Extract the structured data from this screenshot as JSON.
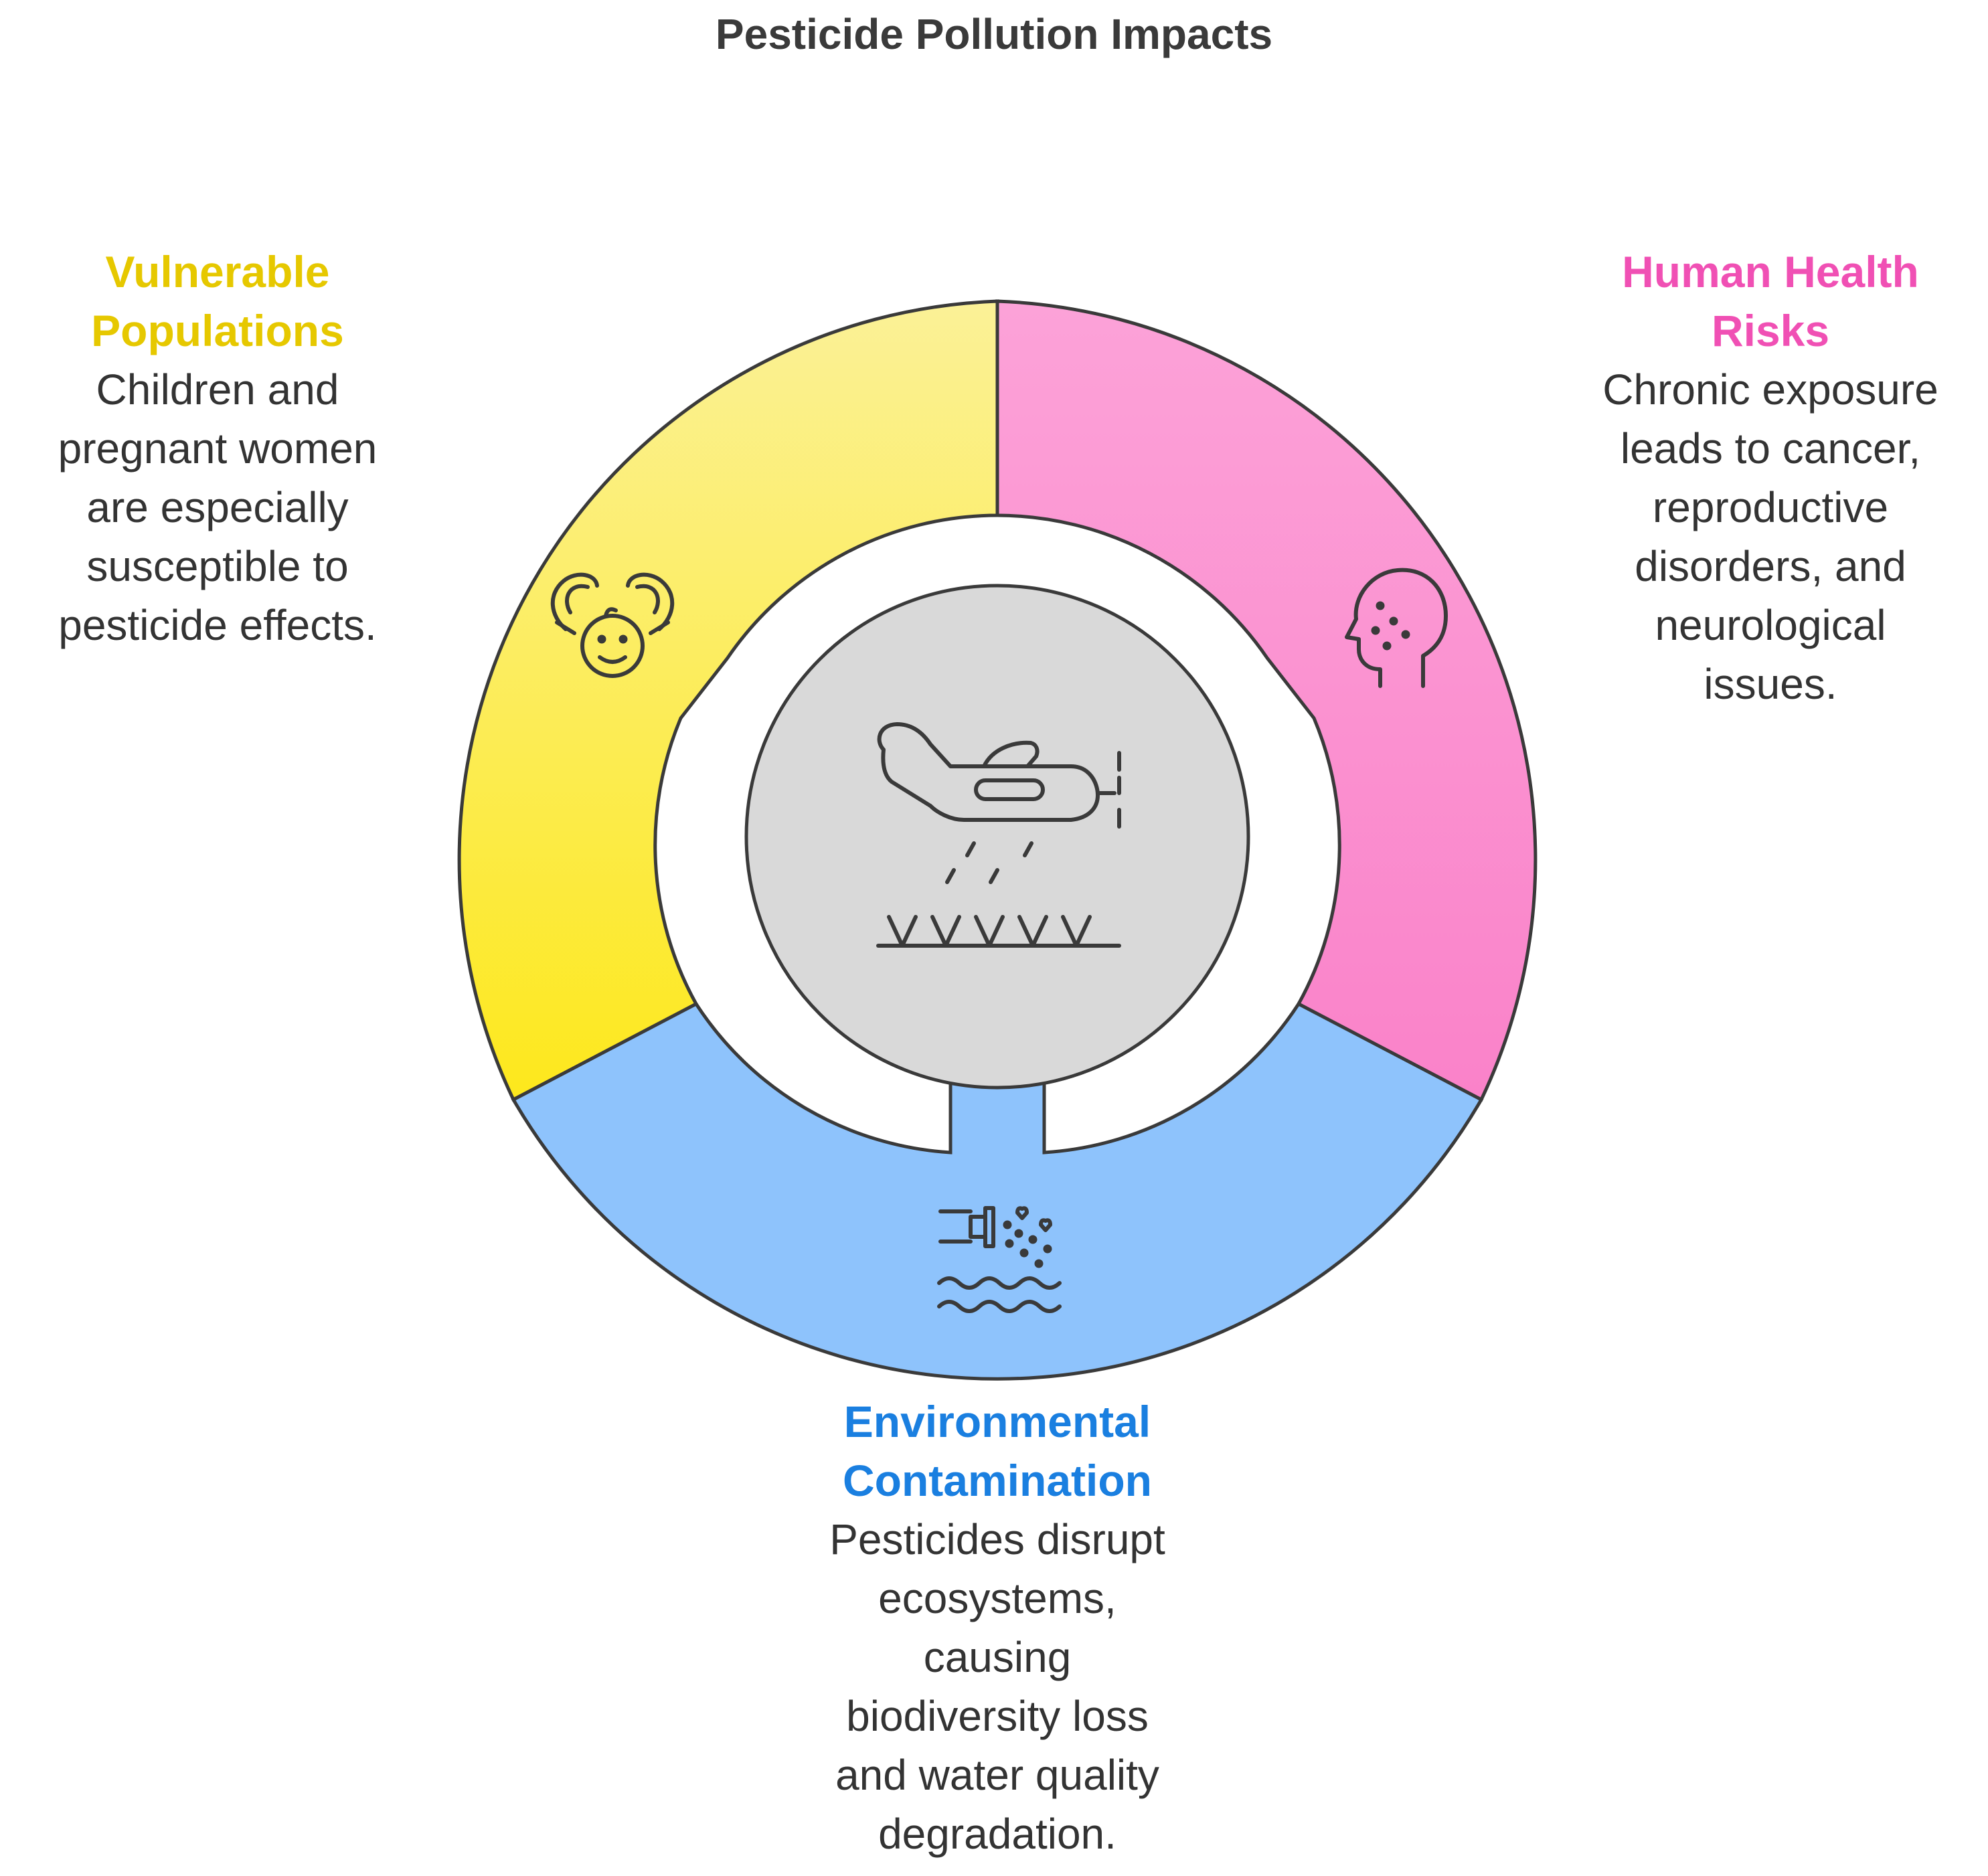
{
  "title": "Pesticide Pollution Impacts",
  "colors": {
    "vulnerable": "#e6c800",
    "health": "#f050b4",
    "environment": "#1a7fe0",
    "yellow_fill": "#fbec73",
    "pink_fill": "#fb97d3",
    "blue_fill": "#8ec3fc",
    "center_fill": "#d9d9d9",
    "stroke": "#3a3a3a"
  },
  "center": {
    "icon": "crop-duster-plane-icon"
  },
  "segments": [
    {
      "id": "vulnerable",
      "heading_lines": [
        "Vulnerable",
        "Populations"
      ],
      "body_lines": [
        "Children and",
        "pregnant women",
        "are especially",
        "susceptible to",
        "pesticide effects."
      ],
      "icon": "hands-protecting-baby-icon"
    },
    {
      "id": "health",
      "heading_lines": [
        "Human Health",
        "Risks"
      ],
      "body_lines": [
        "Chronic exposure",
        "leads to cancer,",
        "reproductive",
        "disorders, and",
        "neurological",
        "issues."
      ],
      "icon": "sick-head-icon"
    },
    {
      "id": "environment",
      "heading_lines": [
        "Environmental",
        "Contamination"
      ],
      "body_lines": [
        "Pesticides disrupt",
        "ecosystems,",
        "causing",
        "biodiversity loss",
        "and water quality",
        "degradation."
      ],
      "icon": "pipe-polluting-water-icon"
    }
  ]
}
